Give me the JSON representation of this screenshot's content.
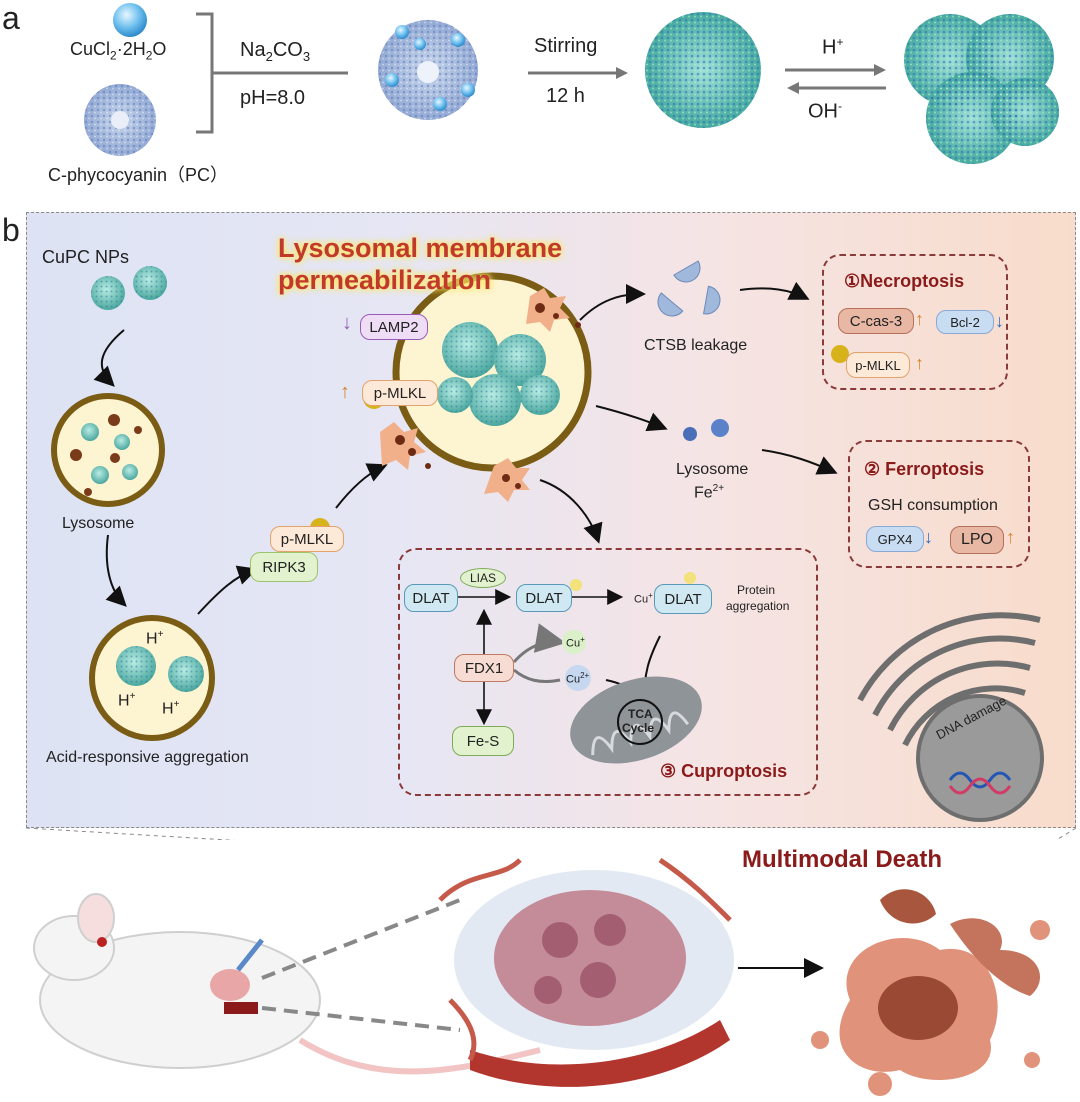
{
  "panel_a": {
    "letter": "a",
    "reagent_cu": "CuCl",
    "reagent_cu_sub": "2",
    "reagent_cu_tail": "·2H",
    "reagent_cu_sub2": "2",
    "reagent_cu_end": "O",
    "reagent_pc": "C-phycocyanin（PC）",
    "base": "Na",
    "base_sub": "2",
    "base_mid": "CO",
    "base_sub2": "3",
    "ph": "pH=8.0",
    "stir": "Stirring",
    "time": "12 h",
    "acid": "H",
    "acid_sup": "+",
    "base2": "OH",
    "base2_sup": "-"
  },
  "panel_b": {
    "letter": "b",
    "nps": "CuPC NPs",
    "lysosome": "Lysosome",
    "aggregation": "Acid-responsive aggregation",
    "hplus1": "H",
    "hplus2": "H",
    "hplus3": "H",
    "plus": "+",
    "lmp_line1": "Lysosomal membrane",
    "lmp_line2": "permeabilization",
    "lamp2": "LAMP2",
    "pmlkl": "p-MLKL",
    "pmlkl2": "p-MLKL",
    "ripk3": "RIPK3",
    "ctsb": "CTSB leakage",
    "lysosome_fe": "Lysosome",
    "fe": "Fe",
    "fe_sup": "2+",
    "necroptosis": "①Necroptosis",
    "ccas3": "C-cas-3",
    "bcl2": "Bcl-2",
    "pmlkl3": "p-MLKL",
    "ferroptosis": "② Ferroptosis",
    "gsh": "GSH consumption",
    "gpx4": "GPX4",
    "lpo": "LPO",
    "dlat1": "DLAT",
    "dlat2": "DLAT",
    "dlat3": "DLAT",
    "lias": "LIAS",
    "cu_plus_label": "Cu",
    "protein_agg_1": "Protein",
    "protein_agg_2": "aggregation",
    "fdx1": "FDX1",
    "cu1": "Cu",
    "cu2": "Cu",
    "sup_plus": "+",
    "sup_2plus": "2+",
    "fes": "Fe-S",
    "tca1": "TCA",
    "tca2": "Cycle",
    "cuproptosis": "③ Cuproptosis",
    "dna": "DNA damage"
  },
  "bottom": {
    "multimodal": "Multimodal Death"
  },
  "colors": {
    "dark_red": "#8b1a1a",
    "lmp_red": "#c0392b",
    "lmp_glow": "#ffe766",
    "up_arrow": "#d4832c",
    "down_arrow": "#2e6cb8",
    "np_teal": "#6fc6c0",
    "lysosome_ring": "#8a6a1a",
    "lysosome_fill": "#fdf4d2"
  },
  "icons": [
    "copper-ion-icon",
    "protein-icon",
    "nanoparticle-icon",
    "lysosome-icon",
    "mitochondria-icon",
    "nucleus-icon",
    "mouse-icon",
    "tumor-icon",
    "cell-debris-icon",
    "cathepsin-icon"
  ]
}
